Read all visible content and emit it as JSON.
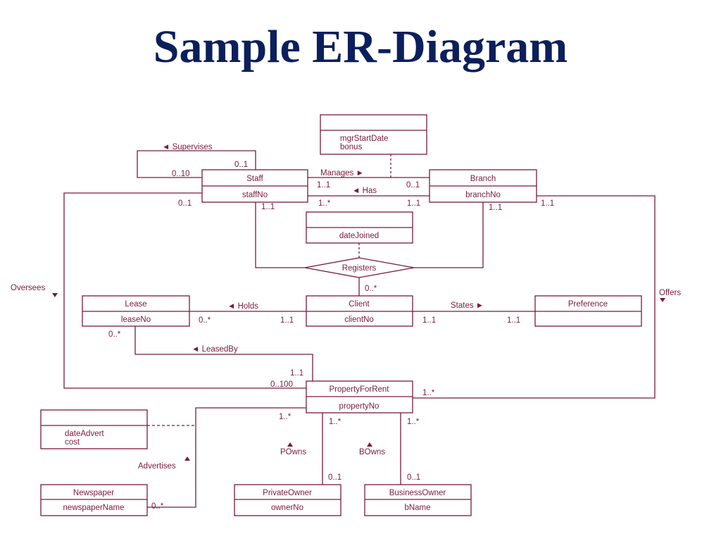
{
  "title": "Sample ER-Diagram",
  "colors": {
    "title": "#0b1f5c",
    "diagram": "#7a1a3a"
  },
  "entities": {
    "staff": {
      "name": "Staff",
      "key": "staffNo"
    },
    "branch": {
      "name": "Branch",
      "key": "branchNo"
    },
    "lease": {
      "name": "Lease",
      "key": "leaseNo"
    },
    "client": {
      "name": "Client",
      "key": "clientNo"
    },
    "preference": {
      "name": "Preference",
      "key": ""
    },
    "property": {
      "name": "PropertyForRent",
      "key": "propertyNo"
    },
    "newspaper": {
      "name": "Newspaper",
      "key": "newspaperName"
    },
    "privateowner": {
      "name": "PrivateOwner",
      "key": "ownerNo"
    },
    "businessowner": {
      "name": "BusinessOwner",
      "key": "bName"
    }
  },
  "attribute_boxes": {
    "manages": [
      "mgrStartDate",
      "bonus"
    ],
    "registers": [
      "dateJoined"
    ],
    "advertises": [
      "dateAdvert",
      "cost"
    ]
  },
  "relationships": {
    "supervises": "◄ Supervises",
    "manages": "Manages ►",
    "has": "◄ Has",
    "registers": "Registers",
    "oversees": "Oversees",
    "offers": "Offers",
    "holds": "◄ Holds",
    "states": "States ►",
    "leasedby": "◄ LeasedBy",
    "advertises": "Advertises",
    "powns": "POwns",
    "bowns": "BOwns"
  },
  "multiplicities": {
    "sup_top": "0..1",
    "sup_left": "0..10",
    "staff_manages": "1..1",
    "branch_manages": "0..1",
    "staff_oversees": "0..1",
    "staff_registers": "1..1",
    "staff_has": "1..*",
    "branch_has": "1..1",
    "branch_registers": "1..1",
    "branch_offers": "1..1",
    "client_registers": "0..*",
    "lease_holds": "0..*",
    "client_holds": "1..1",
    "client_states": "1..1",
    "pref_states": "1..1",
    "lease_leasedby": "0..*",
    "prop_leasedby": "1..1",
    "prop_oversees": "0..100",
    "prop_offers": "1..*",
    "prop_advertises": "1..*",
    "prop_powns": "1..*",
    "prop_bowns": "1..*",
    "po_powns": "0..1",
    "bo_bowns": "0..1",
    "news_advertises": "0..*"
  }
}
